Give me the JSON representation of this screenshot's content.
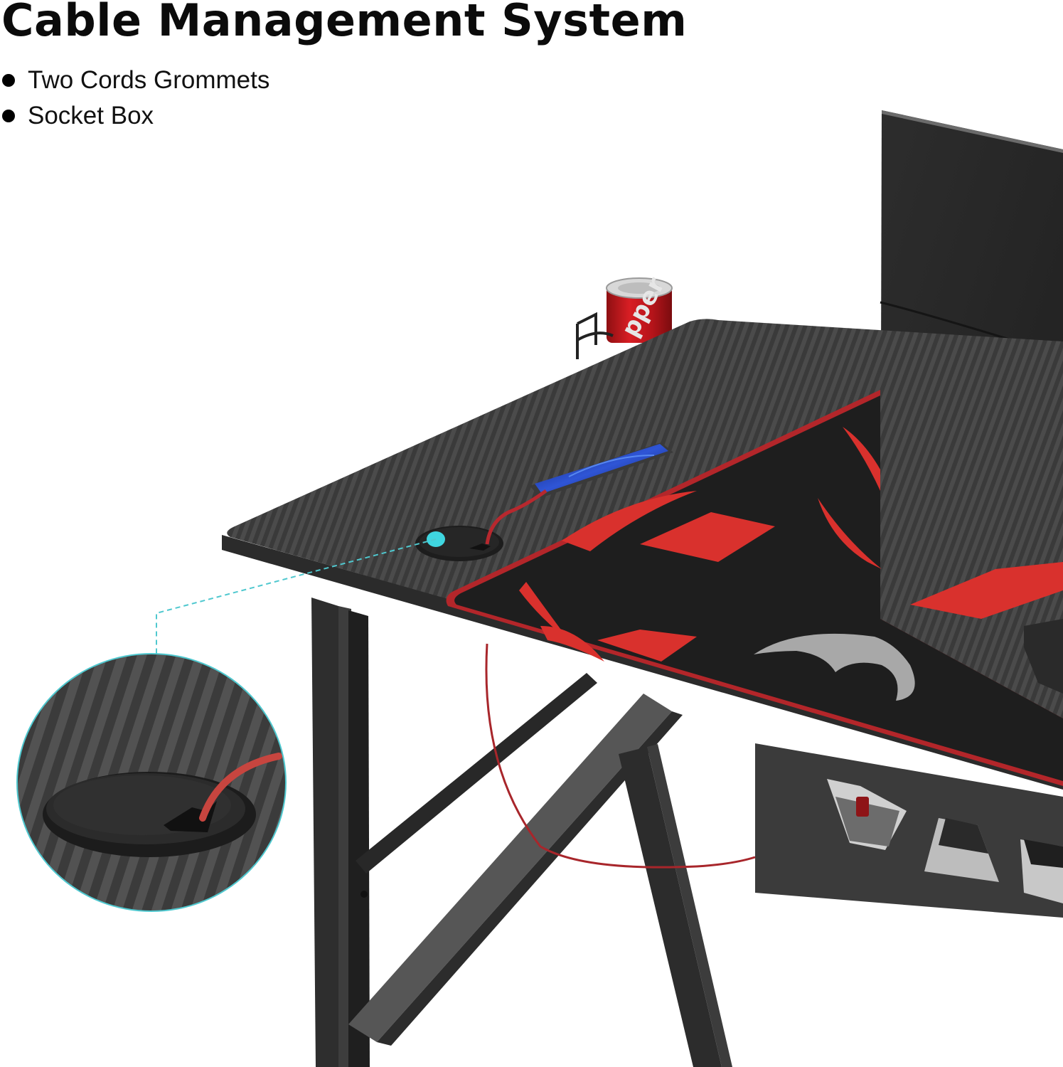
{
  "headline": "Cable Management System",
  "features": [
    {
      "label": "Two Cords Grommets"
    },
    {
      "label": "Socket Box"
    }
  ],
  "scene": {
    "subject": "gaming desk with carbon fiber texture",
    "callout": "grommet close-up",
    "can_text": "pper",
    "colors": {
      "desk_top": "#3a3a3a",
      "desk_stripe": "#4d4d4d",
      "frame": "#2d2d2e",
      "frame_light": "#5a5a5a",
      "mousepad": "#1e1e1e",
      "mousepad_red": "#d9312d",
      "mousepad_border": "#b3262a",
      "silver_logo": "#a8a8a8",
      "monitor": "#2a2a2a",
      "cable": "#b8282e",
      "callout_line": "#4fc8cf",
      "grommet_dot": "#3fd6e0",
      "can": "#c4161c",
      "phone_screen": "#1d3fb0"
    }
  }
}
